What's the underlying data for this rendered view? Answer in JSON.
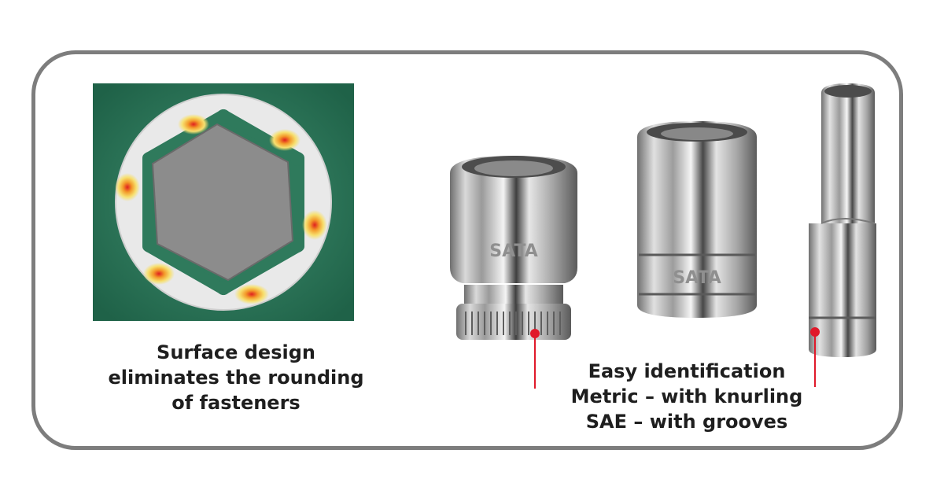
{
  "left_caption": {
    "line1": "Surface design",
    "line2": "eliminates the rounding",
    "line3": "of fasteners"
  },
  "right_caption": {
    "line1": "Easy identification",
    "line2": "Metric – with knurling",
    "line3": "SAE – with grooves"
  },
  "brand_marking": "SATA",
  "colors": {
    "frame": "#7d7d7d",
    "diagram_background": "#2b7358",
    "pointer": "#e0192a",
    "caption_text": "#1e1e1e"
  },
  "icons": {
    "diagram": "hex-socket-cross-section",
    "sockets": [
      "metric-socket-knurled",
      "sae-socket-grooved",
      "deep-socket"
    ]
  }
}
